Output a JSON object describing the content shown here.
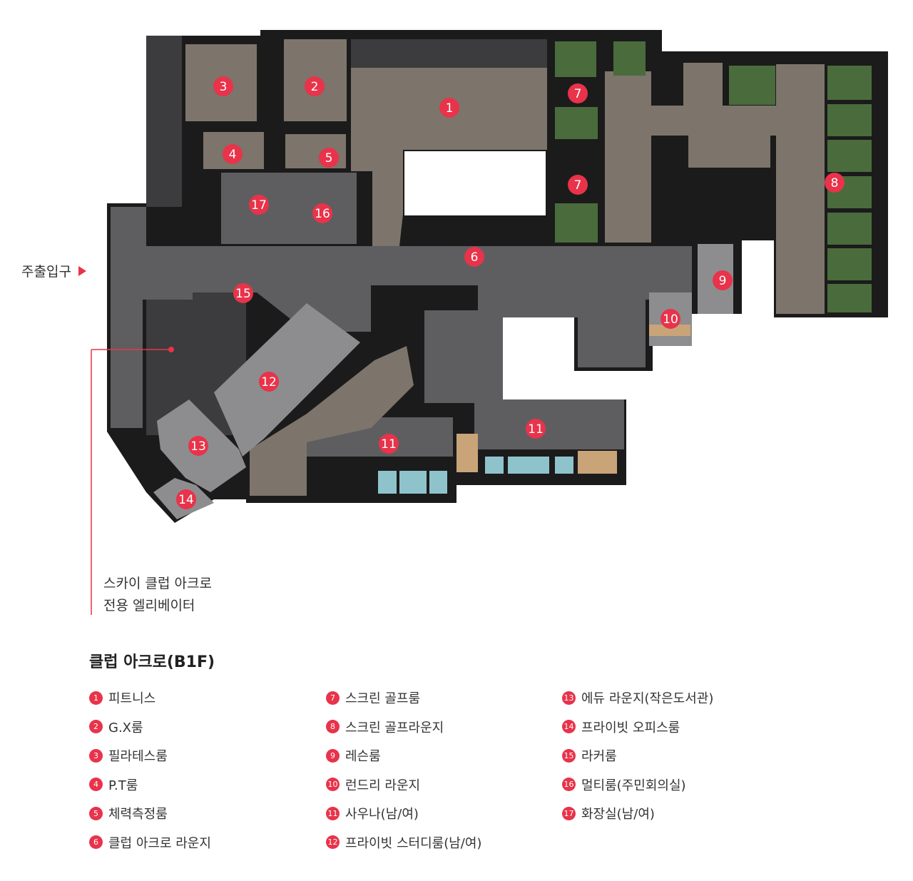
{
  "entrance": {
    "label": "주출입구"
  },
  "elevator_note": {
    "line1": "스카이 클럽 아크로",
    "line2": "전용 엘리베이터"
  },
  "legend": {
    "title": "클럽 아크로(B1F)",
    "col1": [
      {
        "num": "1",
        "label": "피트니스"
      },
      {
        "num": "2",
        "label": "G.X룸"
      },
      {
        "num": "3",
        "label": "필라테스룸"
      },
      {
        "num": "4",
        "label": "P.T룸"
      },
      {
        "num": "5",
        "label": "체력측정룸"
      },
      {
        "num": "6",
        "label": "클럽 아크로 라운지"
      }
    ],
    "col2": [
      {
        "num": "7",
        "label": "스크린 골프룸"
      },
      {
        "num": "8",
        "label": "스크린 골프라운지"
      },
      {
        "num": "9",
        "label": "레슨룸"
      },
      {
        "num": "10",
        "label": "런드리 라운지"
      },
      {
        "num": "11",
        "label": "사우나(남/여)"
      },
      {
        "num": "12",
        "label": "프라이빗 스터디룸(남/여)"
      }
    ],
    "col3": [
      {
        "num": "13",
        "label": "에듀 라운지(작은도서관)"
      },
      {
        "num": "14",
        "label": "프라이빗 오피스룸"
      },
      {
        "num": "15",
        "label": "라커룸"
      },
      {
        "num": "16",
        "label": "멀티룸(주민회의실)"
      },
      {
        "num": "17",
        "label": "화장실(남/여)"
      }
    ]
  },
  "map_markers": [
    {
      "num": "1"
    },
    {
      "num": "2"
    },
    {
      "num": "3"
    },
    {
      "num": "4"
    },
    {
      "num": "5"
    },
    {
      "num": "6"
    },
    {
      "num": "7"
    },
    {
      "num": "7"
    },
    {
      "num": "8"
    },
    {
      "num": "9"
    },
    {
      "num": "10"
    },
    {
      "num": "11"
    },
    {
      "num": "11"
    },
    {
      "num": "12"
    },
    {
      "num": "13"
    },
    {
      "num": "14"
    },
    {
      "num": "15"
    },
    {
      "num": "16"
    },
    {
      "num": "17"
    }
  ],
  "colors": {
    "marker": "#e8334a",
    "wall": "#1b1b1b",
    "corridor": "#5e5e60",
    "wood_floor": "#7d746b",
    "golf_green": "#4a6b3c",
    "pool": "#8fc3cc"
  }
}
